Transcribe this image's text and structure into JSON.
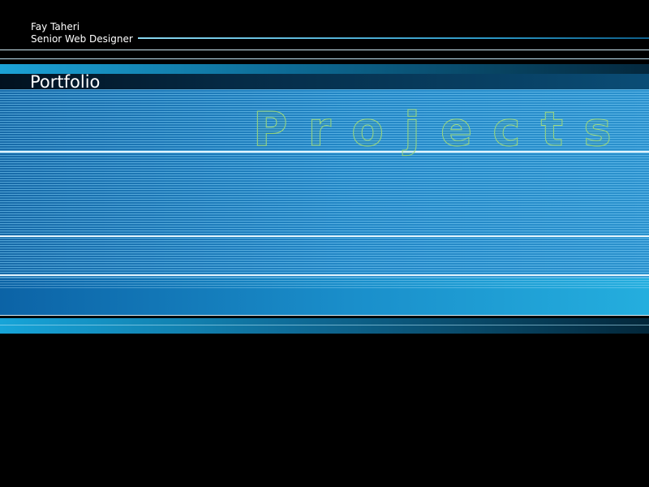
{
  "header": {
    "name": "Fay Taheri",
    "role": "Senior Web Designer"
  },
  "section": {
    "title": "Portfolio"
  },
  "hero": {
    "word": "Projects"
  },
  "colors": {
    "background": "#000000",
    "accent": "#1ca2d6",
    "stripe": "#2387c6",
    "outline_text": "#9bd77c",
    "text": "#ffffff"
  }
}
